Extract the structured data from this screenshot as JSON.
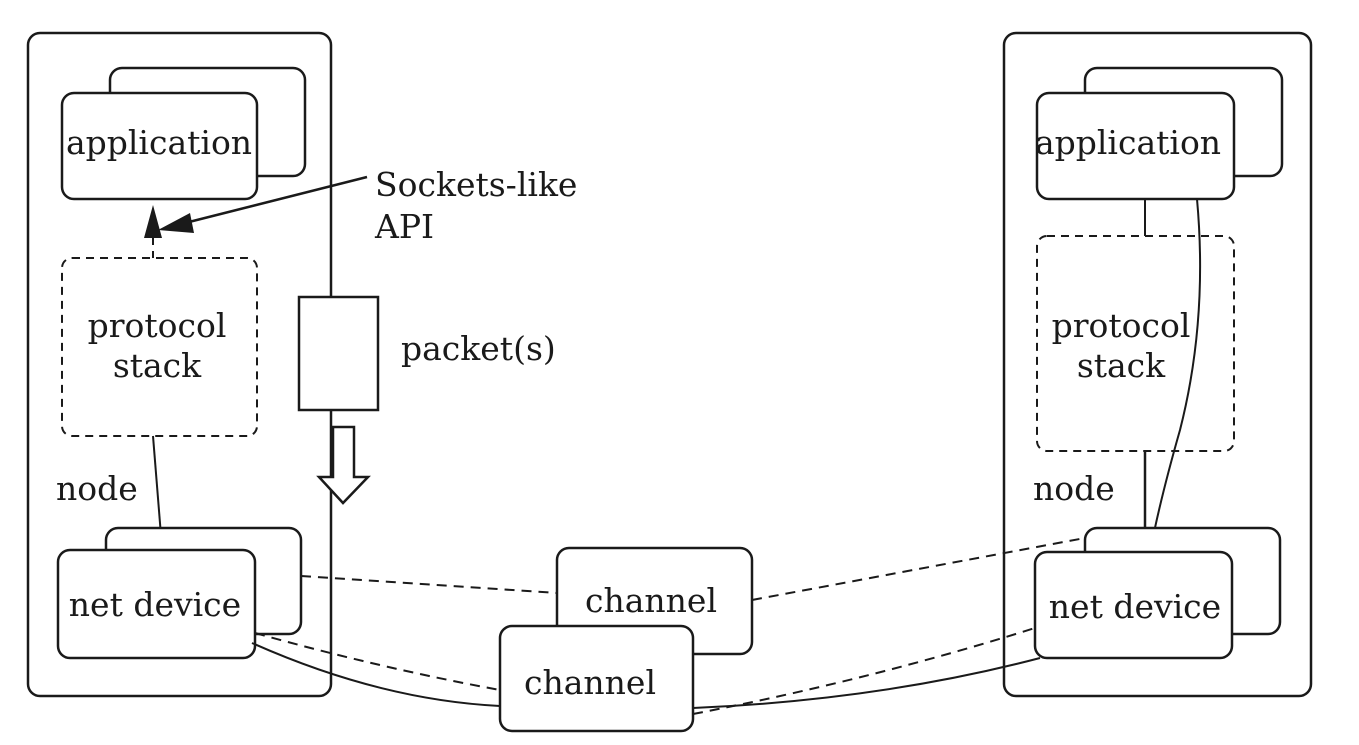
{
  "diagram": {
    "left_node": {
      "application": "application",
      "protocol_stack_line1": "protocol",
      "protocol_stack_line2": "stack",
      "node": "node",
      "net_device": "net device"
    },
    "right_node": {
      "application": "application",
      "protocol_stack_line1": "protocol",
      "protocol_stack_line2": "stack",
      "node": "node",
      "net_device": "net device"
    },
    "api_label_line1": "Sockets-like",
    "api_label_line2": "API",
    "packet_label": "packet(s)",
    "channel_back": "channel",
    "channel_front": "channel"
  }
}
